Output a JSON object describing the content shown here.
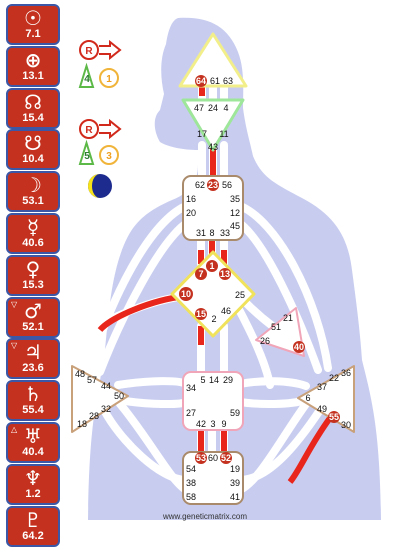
{
  "planets": [
    {
      "id": "sun",
      "glyph": "☉",
      "value": "7.1"
    },
    {
      "id": "earth",
      "glyph": "⊕",
      "value": "13.1"
    },
    {
      "id": "north-node",
      "glyph": "☊",
      "value": "15.4"
    },
    {
      "id": "south-node",
      "glyph": "☋",
      "value": "10.4"
    },
    {
      "id": "moon",
      "glyph": "☽",
      "value": "53.1"
    },
    {
      "id": "mercury",
      "glyph": "☿",
      "value": "40.6"
    },
    {
      "id": "venus",
      "glyph": "♀",
      "value": "15.3"
    },
    {
      "id": "mars",
      "glyph": "♂",
      "value": "52.1",
      "marker": "▽"
    },
    {
      "id": "jupiter",
      "glyph": "♃",
      "value": "23.6",
      "marker": "▽"
    },
    {
      "id": "saturn",
      "glyph": "♄",
      "value": "55.4"
    },
    {
      "id": "uranus",
      "glyph": "♅",
      "value": "40.4",
      "marker": "△"
    },
    {
      "id": "neptune",
      "glyph": "♆",
      "value": "1.2"
    },
    {
      "id": "pluto",
      "glyph": "♇",
      "value": "64.2"
    }
  ],
  "variables_top": {
    "arrow_label": "R",
    "num1": "4",
    "num2": "1"
  },
  "variables_bottom": {
    "arrow_label": "R",
    "num1": "5",
    "num2": "3"
  },
  "colors": {
    "activation": "#c4321f",
    "body": "#c8cdf0",
    "channel": "#ffffff",
    "sidebar_border": "#3b57a5",
    "head_stroke": "#f2ef8a",
    "ajna_stroke": "#9ee69a",
    "center_stroke": "#a98a6a",
    "g_stroke": "#f0e25a",
    "spleen_stroke": "#c8a07a",
    "pink_stroke": "#f0a5b8"
  },
  "centers": {
    "head": {
      "gates": [
        "64",
        "61",
        "63"
      ]
    },
    "ajna": {
      "gates": [
        "47",
        "24",
        "4",
        "17",
        "11",
        "43"
      ]
    },
    "throat": {
      "gates": [
        "62",
        "23",
        "56",
        "16",
        "35",
        "20",
        "12",
        "31",
        "8",
        "33",
        "45"
      ]
    },
    "g": {
      "gates": [
        "7",
        "1",
        "13",
        "10",
        "25",
        "15",
        "2",
        "46"
      ]
    },
    "ego": {
      "gates": [
        "21",
        "51",
        "26",
        "40"
      ]
    },
    "spleen": {
      "gates": [
        "48",
        "57",
        "44",
        "50",
        "32",
        "28",
        "18"
      ]
    },
    "sacral": {
      "gates": [
        "5",
        "14",
        "29",
        "34",
        "27",
        "42",
        "3",
        "9",
        "59"
      ]
    },
    "solar_plexus": {
      "gates": [
        "36",
        "22",
        "37",
        "6",
        "49",
        "55",
        "30"
      ]
    },
    "root": {
      "gates": [
        "53",
        "60",
        "52",
        "54",
        "19",
        "38",
        "39",
        "58",
        "41"
      ]
    }
  },
  "footer": "www.geneticmatrix.com"
}
